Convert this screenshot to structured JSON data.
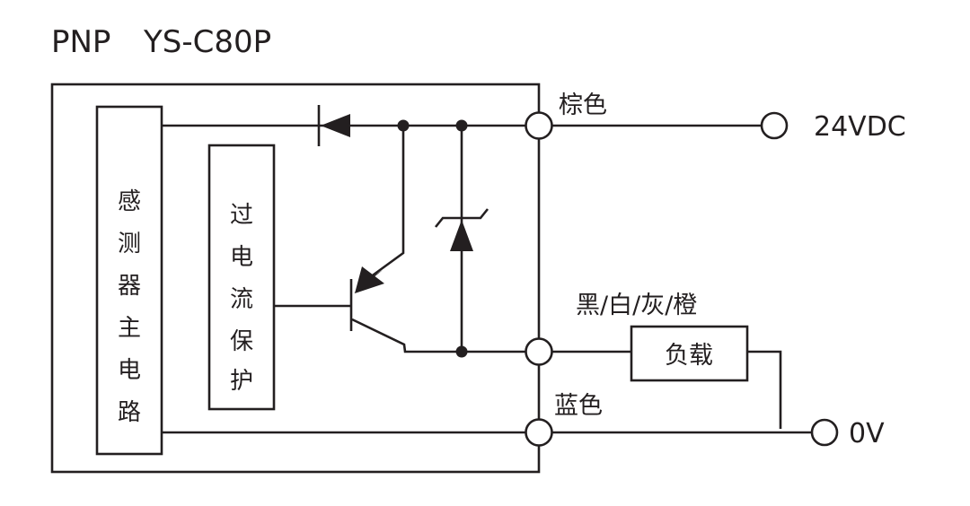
{
  "title": {
    "type_label": "PNP",
    "model": "YS-C80P"
  },
  "blocks": {
    "main_circuit": [
      "感",
      "测",
      "器",
      "主",
      "电",
      "路"
    ],
    "overcurrent_protection": [
      "过",
      "电",
      "流",
      "保",
      "护"
    ],
    "load": "负载"
  },
  "wires": {
    "brown": {
      "label": "棕色",
      "terminal": "24VDC"
    },
    "output": {
      "label": "黑/白/灰/橙"
    },
    "blue": {
      "label": "蓝色",
      "terminal": "0V"
    }
  },
  "components": [
    "diode",
    "pnp-transistor",
    "zener-diode"
  ],
  "colors": {
    "ink": "#231f20",
    "background": "#ffffff"
  }
}
